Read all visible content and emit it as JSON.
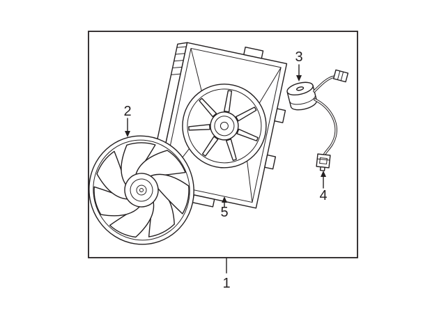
{
  "diagram": {
    "background": "#ffffff",
    "line_color": "#231f20",
    "callouts": {
      "assembly": "1",
      "fan_blade": "2",
      "fan_motor": "3",
      "connector": "4",
      "shroud": "5"
    }
  }
}
